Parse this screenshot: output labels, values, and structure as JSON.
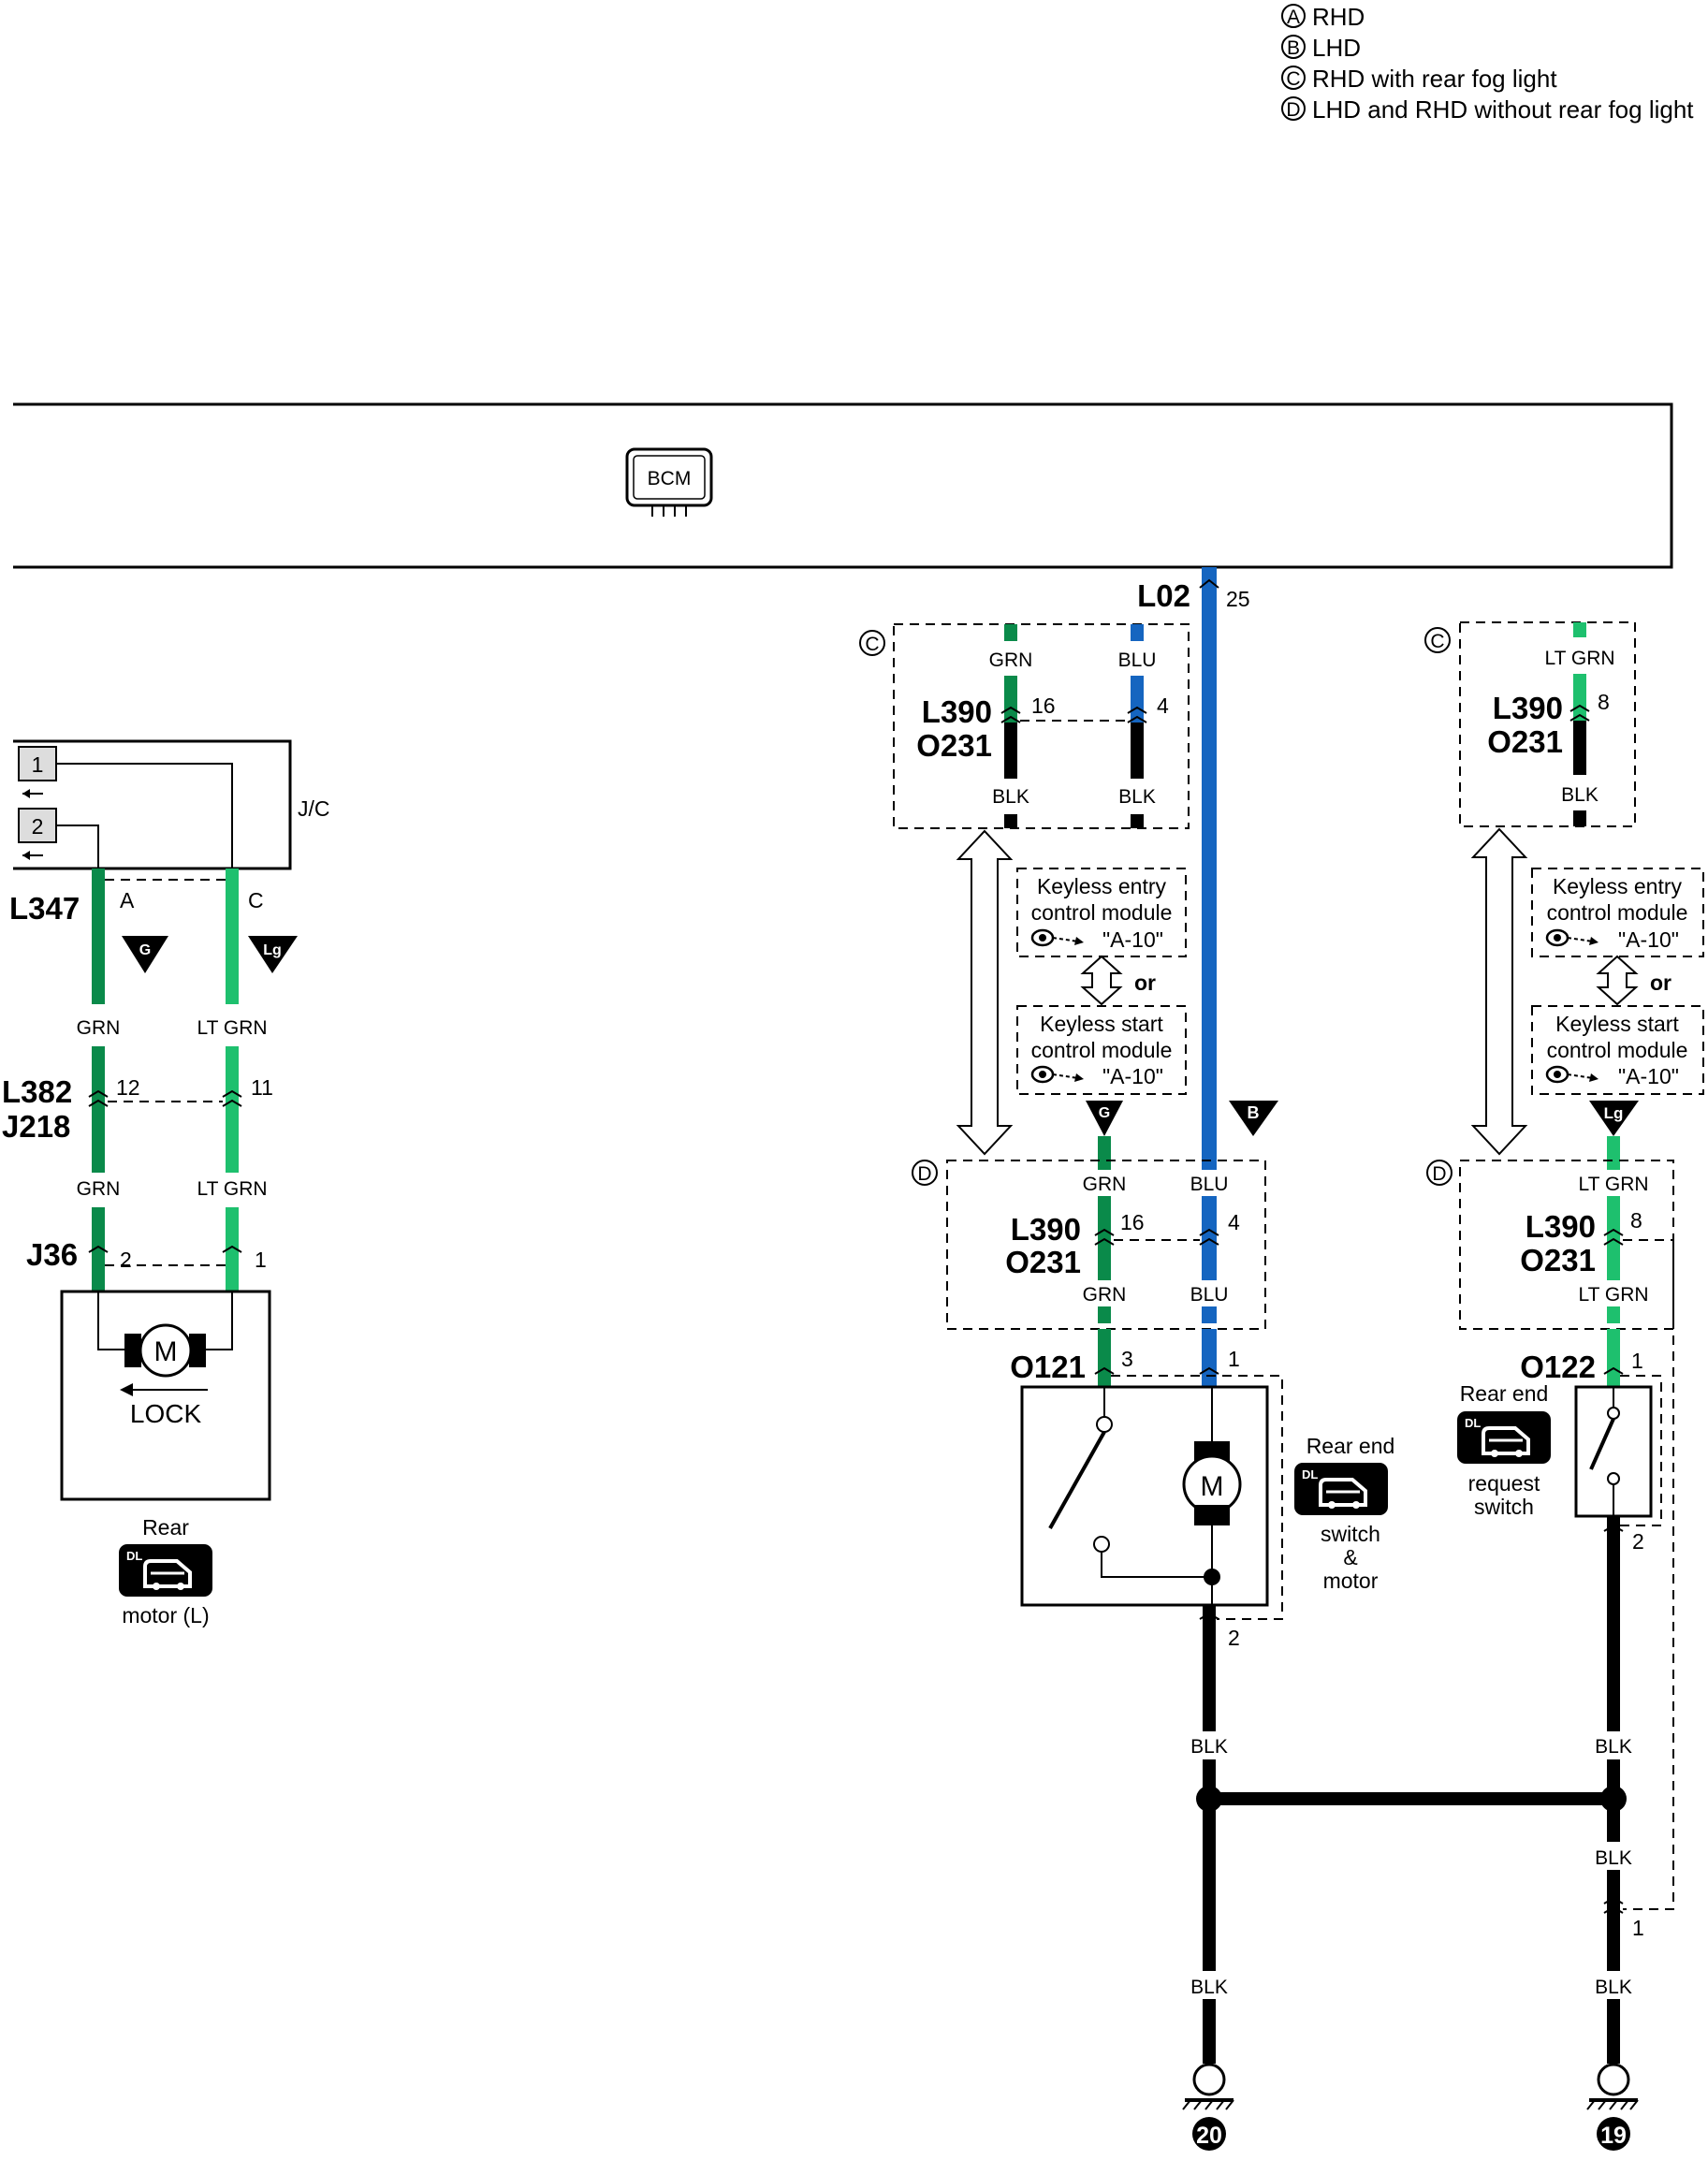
{
  "legend": [
    {
      "letter": "A",
      "text": "RHD"
    },
    {
      "letter": "B",
      "text": "LHD"
    },
    {
      "letter": "C",
      "text": "RHD with rear fog light"
    },
    {
      "letter": "D",
      "text": "LHD and RHD without rear fog light"
    }
  ],
  "bcm": {
    "label": "BCM"
  },
  "connectors": {
    "l02": "L02",
    "l02_pin": "25",
    "l390": "L390",
    "o231": "O231",
    "l347": "L347",
    "l382": "L382",
    "j218": "J218",
    "j36": "J36",
    "o121": "O121",
    "o122": "O122",
    "jc": "J/C"
  },
  "pins": {
    "p16": "16",
    "p4": "4",
    "p8": "8",
    "pA": "A",
    "pC": "C",
    "p12": "12",
    "p11": "11",
    "p2": "2",
    "p1": "1",
    "p3": "3",
    "jc1": "1",
    "jc2": "2"
  },
  "wires": {
    "grn": "GRN",
    "ltgrn": "LT GRN",
    "blu": "BLU",
    "blk": "BLK"
  },
  "colors": {
    "grn": "#0a8a4a",
    "ltgrn": "#1ec06e",
    "blu": "#1565c0",
    "blk": "#000000"
  },
  "circle_letters": {
    "a": "A",
    "b": "B",
    "c": "C",
    "d": "D"
  },
  "flags": {
    "g": "G",
    "lg": "Lg",
    "b": "B"
  },
  "module_refs": {
    "keyless_entry_line1": "Keyless entry",
    "keyless_entry_line2": "control module",
    "keyless_start_line1": "Keyless start",
    "keyless_start_line2": "control module",
    "ref": "\"A-10\"",
    "or": "or"
  },
  "components": {
    "rear_motor_top": "Rear",
    "rear_motor_bottom": "motor (L)",
    "lock": "LOCK",
    "motor_symbol": "M",
    "rear_end_top": "Rear end",
    "switch_motor_1": "switch",
    "switch_motor_2": "&",
    "switch_motor_3": "motor",
    "request_top": "Rear end",
    "request_1": "request",
    "request_2": "switch",
    "dl_badge": "DL"
  },
  "grounds": {
    "g20": "20",
    "g19": "19"
  }
}
